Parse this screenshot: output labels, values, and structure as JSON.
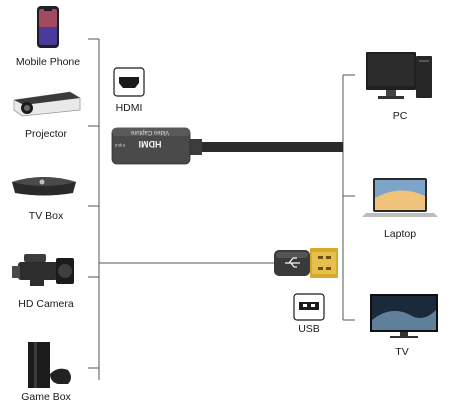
{
  "sources": [
    {
      "label": "Mobile Phone",
      "icon": "mobile-phone-icon"
    },
    {
      "label": "Projector",
      "icon": "projector-icon"
    },
    {
      "label": "TV Box",
      "icon": "tv-box-icon"
    },
    {
      "label": "HD Camera",
      "icon": "hd-camera-icon"
    },
    {
      "label": "Game Box",
      "icon": "game-box-icon"
    }
  ],
  "outputs": [
    {
      "label": "PC",
      "icon": "pc-icon"
    },
    {
      "label": "Laptop",
      "icon": "laptop-icon"
    },
    {
      "label": "TV",
      "icon": "tv-icon"
    }
  ],
  "ports": {
    "hdmi": {
      "label": "HDMI",
      "icon": "hdmi-port-icon"
    },
    "usb": {
      "label": "USB",
      "icon": "usb-port-icon"
    }
  },
  "device": {
    "brand_text": "HDMI",
    "model_text": "Video Capture",
    "side_text": "Input",
    "icon": "capture-card-icon"
  },
  "colors": {
    "line": "#555555",
    "cable": "#2b2b2b",
    "connector_gold": "#d8a92a",
    "device_body": "#4a4a4a"
  }
}
